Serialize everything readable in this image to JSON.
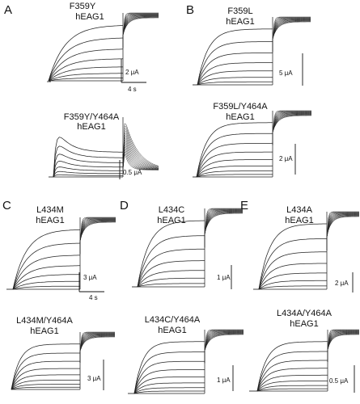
{
  "figure": {
    "panels": [
      {
        "id": "A",
        "letter": "A",
        "upper": {
          "title": [
            "F359Y",
            "hEAG1"
          ],
          "scale_current": "2 μA",
          "scale_time": "4 s"
        },
        "lower": {
          "title": [
            "F359Y/Y464A",
            "hEAG1"
          ],
          "scale_current": "0.5 μA"
        }
      },
      {
        "id": "B",
        "letter": "B",
        "upper": {
          "title": [
            "F359L",
            "hEAG1"
          ],
          "scale_current": "5 μA"
        },
        "lower": {
          "title": [
            "F359L/Y464A",
            "hEAG1"
          ],
          "scale_current": "2 μA"
        }
      },
      {
        "id": "C",
        "letter": "C",
        "upper": {
          "title": [
            "L434M",
            "hEAG1"
          ],
          "scale_current": "3 μA",
          "scale_time": "4 s"
        },
        "lower": {
          "title": [
            "L434M/Y464A",
            "hEAG1"
          ],
          "scale_current": "3 μA"
        }
      },
      {
        "id": "D",
        "letter": "D",
        "upper": {
          "title": [
            "L434C",
            "hEAG1"
          ],
          "scale_current": "1 μA"
        },
        "lower": {
          "title": [
            "L434C/Y464A",
            "hEAG1"
          ],
          "scale_current": "1 μA"
        }
      },
      {
        "id": "E",
        "letter": "E",
        "upper": {
          "title": [
            "L434A",
            "hEAG1"
          ],
          "scale_current": "2 μA"
        },
        "lower": {
          "title": [
            "L434A/Y464A",
            "hEAG1"
          ],
          "scale_current": "0.5 μA"
        }
      }
    ]
  }
}
